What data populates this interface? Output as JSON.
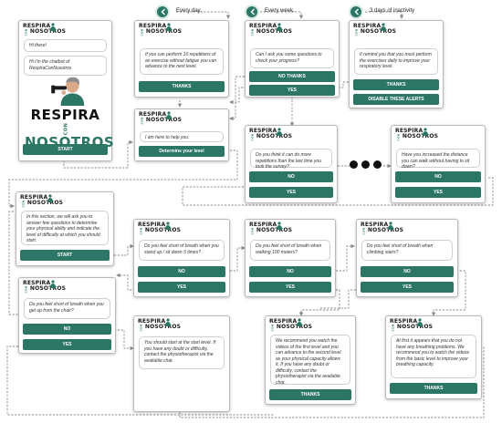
{
  "brand": {
    "line1": "RESPIRA",
    "line2": "NOSOTROS",
    "con": "CON"
  },
  "triggers": [
    {
      "label": "Every day."
    },
    {
      "label": "Every week."
    },
    {
      "label": "3 days of inactivity"
    }
  ],
  "cards": {
    "welcome": {
      "bubbles": [
        "Hi there!",
        "Hi I'm the chatbot of RespiraConNosotros"
      ],
      "button": "START"
    },
    "daily": {
      "bubbles": [
        "If you can perform 10 repetitions of an exercise without fatigue you can advance to the next level."
      ],
      "button": "THANKS"
    },
    "weekly": {
      "bubbles": [
        "Can I ask you some questions to check your progress?"
      ],
      "buttons": [
        "NO THANKS",
        "YES"
      ]
    },
    "inactivity": {
      "bubbles": [
        "II remind you that you must perform the exercises daily to improve your respiratory level."
      ],
      "buttons": [
        "THANKS",
        "DISABLE THESE ALERTS"
      ]
    },
    "help": {
      "bubbles": [
        "I am here to help you."
      ],
      "button": "Determine your level"
    },
    "repetitions": {
      "bubbles": [
        "Do you think it can do more repetitions than the last time you took the survey?"
      ],
      "buttons": [
        "NO",
        "YES"
      ]
    },
    "distance": {
      "bubbles": [
        "Have you increased the distance you can walk without having to sit down?"
      ],
      "buttons": [
        "NO",
        "YES"
      ]
    },
    "intro": {
      "bubbles": [
        "In this section, we will ask you to answer few questions to determine your physical ability and indicate the level of difficulty at which you should start."
      ],
      "button": "START"
    },
    "q_standup": {
      "bubbles": [
        "Do you feel short of breath when you stand up / sit down 5 times?"
      ],
      "buttons": [
        "NO",
        "YES"
      ]
    },
    "q_walk": {
      "bubbles": [
        "Do you feel short of breath when walking 100 meters?"
      ],
      "buttons": [
        "NO",
        "YES"
      ]
    },
    "q_stairs": {
      "bubbles": [
        "Do you feel short of breath when climbing stairs?"
      ],
      "buttons": [
        "NO",
        "YES"
      ]
    },
    "q_chair": {
      "bubbles": [
        "Do you feel short of breath when you get up from the chair?"
      ],
      "buttons": [
        "NO",
        "YES"
      ]
    },
    "start_level": {
      "bubbles": [
        "You should start at the start level. If you have any doubt or difficulty, contact the physiotherapist via the available chat."
      ]
    },
    "second_level": {
      "bubbles": [
        "We recommend you watch the videos of the first level and you can advance to the second level as your physical capacity allows it. If you have any doubt or difficulty, contact the physiotherapist via the available chat."
      ],
      "button": "THANKS"
    },
    "no_problems": {
      "bubbles": [
        "At first it appears that you do not have any breathing problems. We recommend you to watch the videos from the basic level to improve your breathing capacity."
      ],
      "button": "THANKS"
    }
  },
  "colors": {
    "accent": "#2c7665",
    "connector": "#888888"
  },
  "icons": {
    "trigger": "chevron-left-circle-icon",
    "continuation": "ellipsis-dots"
  }
}
